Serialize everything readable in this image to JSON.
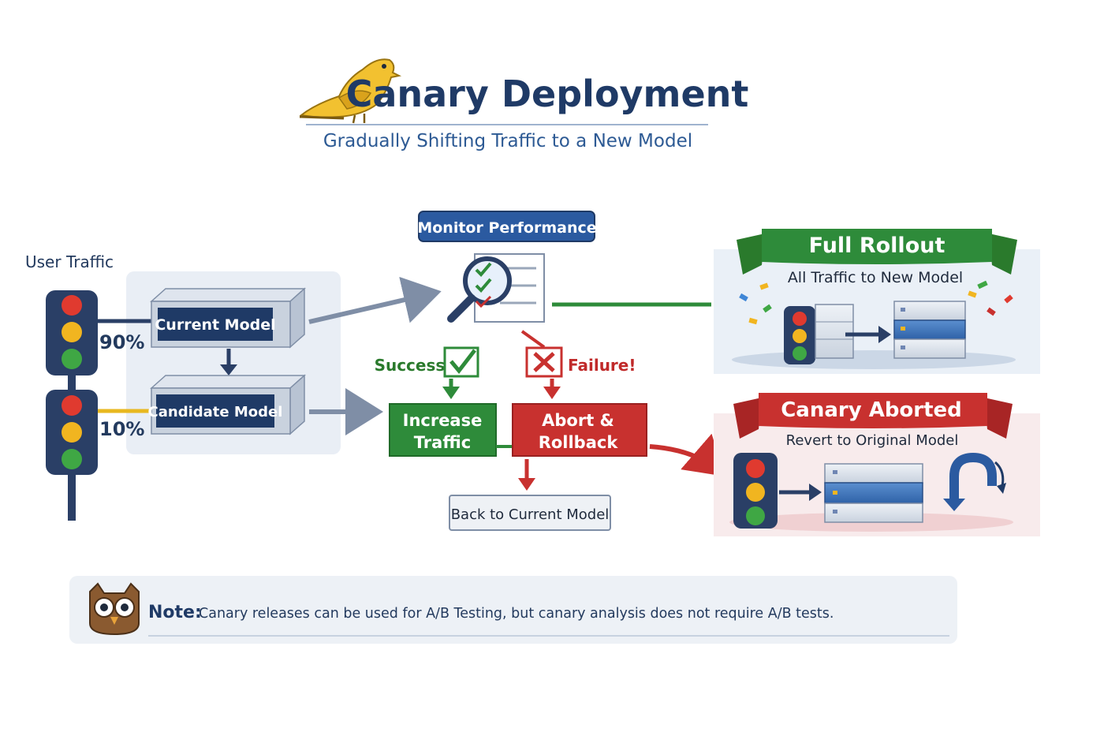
{
  "header": {
    "title": "Canary Deployment",
    "subtitle": "Gradually Shifting Traffic to a New Model"
  },
  "traffic": {
    "label": "User Traffic",
    "current_pct": "90%",
    "candidate_pct": "10%"
  },
  "models": {
    "current": "Current Model",
    "candidate": "Candidate Model"
  },
  "monitor": {
    "label": "Monitor Performance"
  },
  "outcomes": {
    "success": "Success!",
    "failure": "Failure!",
    "increase_line1": "Increase",
    "increase_line2": "Traffic",
    "abort_line1": "Abort &",
    "abort_line2": "Rollback",
    "back": "Back to Current Model"
  },
  "rollout": {
    "title": "Full Rollout",
    "subtitle": "All Traffic to New Model"
  },
  "aborted": {
    "title": "Canary Aborted",
    "subtitle": "Revert to Original Model"
  },
  "note": {
    "prefix": "Note:",
    "text": "Canary releases can be used for A/B Testing, but canary analysis does not require A/B tests."
  },
  "colors": {
    "navy": "#1f3a66",
    "green": "#2e8b3a",
    "red": "#c8312f",
    "yellow": "#e8b820",
    "slate": "#7f8ea6"
  }
}
